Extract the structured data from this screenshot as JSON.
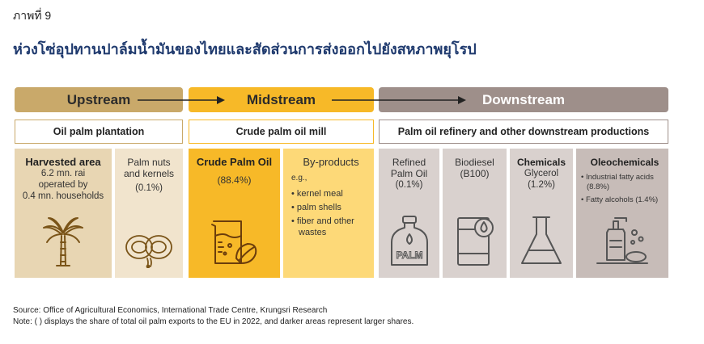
{
  "figure": {
    "label": "ภาพที่ 9",
    "title": "ห่วงโซ่อุปทานปาล์มน้ำมันของไทยและสัดส่วนการส่งออกไปยังสหภาพยุโรป"
  },
  "stages": {
    "upstream": {
      "label": "Upstream",
      "sub": "Oil palm plantation"
    },
    "midstream": {
      "label": "Midstream",
      "sub": "Crude palm oil mill"
    },
    "downstream": {
      "label": "Downstream",
      "sub": "Palm oil refinery and other downstream productions"
    }
  },
  "boxes": {
    "harvested": {
      "title": "Harvested area",
      "l1": "6.2 mn. rai",
      "l2": "operated by",
      "l3": "0.4 mn. households",
      "icon": "palm-tree-icon"
    },
    "nuts": {
      "title": "Palm nuts",
      "title2": "and kernels",
      "share": "(0.1%)",
      "icon": "palm-nut-icon"
    },
    "cpo": {
      "title": "Crude Palm Oil",
      "share": "(88.4%)",
      "icon": "oil-beaker-icon"
    },
    "byproducts": {
      "title": "By-products",
      "eg": "e.g.,",
      "items": [
        "• kernel meal",
        "• palm shells",
        "• fiber and other",
        "wastes"
      ]
    },
    "refined": {
      "title": "Refined",
      "title2": "Palm Oil",
      "share": "(0.1%)",
      "icon": "palm-oil-bottle-icon",
      "bottle_text": "PALM"
    },
    "biodiesel": {
      "title": "Biodiesel",
      "title2": "(B100)",
      "icon": "fuel-barrel-icon"
    },
    "chemicals": {
      "title": "Chemicals",
      "sub": "Glycerol",
      "share": "(1.2%)",
      "icon": "flask-icon"
    },
    "oleo": {
      "title": "Oleochemicals",
      "items": [
        "• Industrial fatty acids",
        "(8.8%)",
        "• Fatty alcohols (1.4%)"
      ],
      "icon": "soap-pump-icon"
    }
  },
  "source": {
    "line1": "Source: Office of Agricultural Economics, International Trade Centre, Krungsri Research",
    "line2": "Note: ( ) displays the share of total oil palm exports to the EU in 2022, and darker areas represent larger shares."
  },
  "colors": {
    "upstream": "#c9a96a",
    "midstream": "#f7b928",
    "downstream": "#9e8f8a",
    "title": "#1f3a6e"
  }
}
